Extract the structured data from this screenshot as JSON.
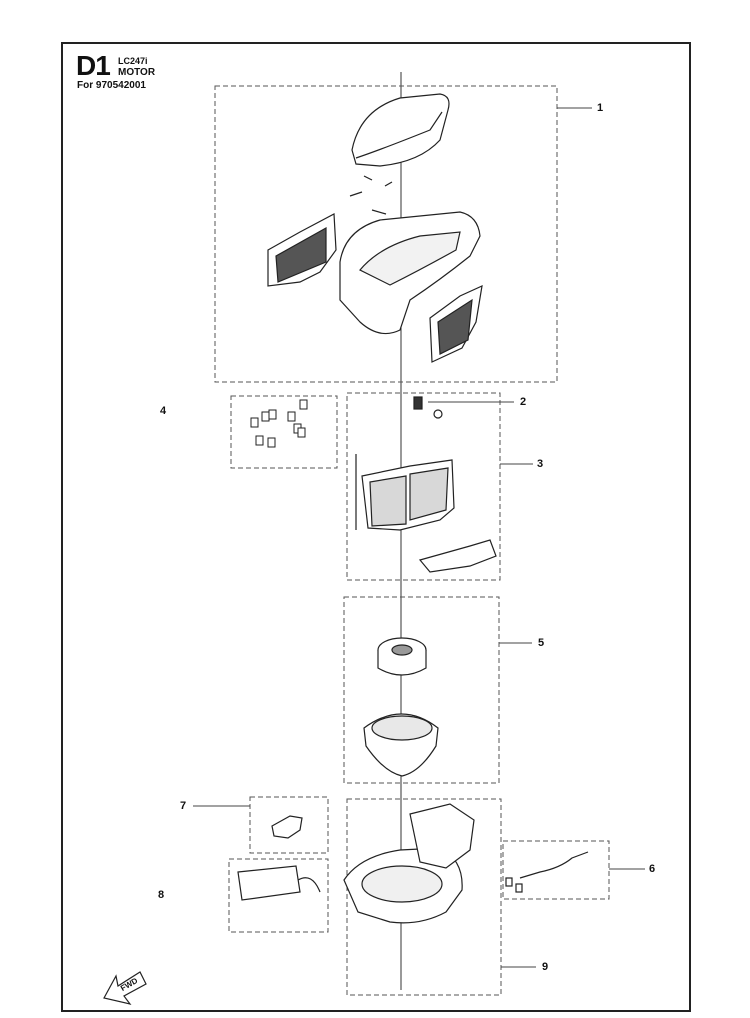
{
  "header": {
    "diagram_code": "D1",
    "model": "LC247i",
    "title": "MOTOR",
    "for_label": "For 970542001"
  },
  "callouts": {
    "c1": "1",
    "c2": "2",
    "c3": "3",
    "c4": "4",
    "c5": "5",
    "c6": "6",
    "c7": "7",
    "c8": "8",
    "c9": "9"
  },
  "fwd_label": "FWD"
}
